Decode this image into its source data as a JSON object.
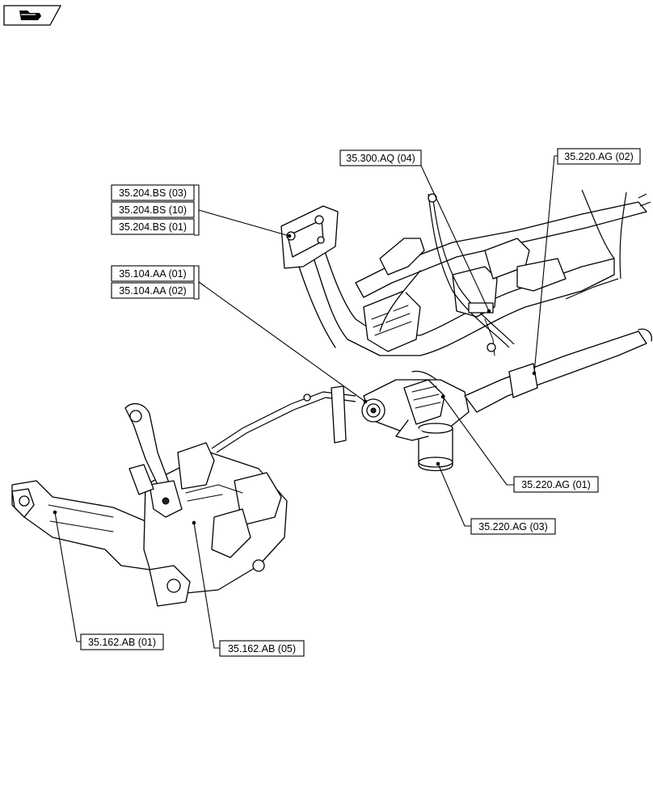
{
  "nav": {
    "icon": "page-navigation-icon"
  },
  "callouts": [
    {
      "id": "c-300-aq-04",
      "label": "35.300.AQ (04)"
    },
    {
      "id": "c-220-ag-02",
      "label": "35.220.AG (02)"
    },
    {
      "id": "c-204-bs-03",
      "label": "35.204.BS (03)"
    },
    {
      "id": "c-204-bs-10",
      "label": "35.204.BS (10)"
    },
    {
      "id": "c-204-bs-01",
      "label": "35.204.BS (01)"
    },
    {
      "id": "c-104-aa-01",
      "label": "35.104.AA (01)"
    },
    {
      "id": "c-104-aa-02",
      "label": "35.104.AA (02)"
    },
    {
      "id": "c-220-ag-01",
      "label": "35.220.AG (01)"
    },
    {
      "id": "c-220-ag-03",
      "label": "35.220.AG (03)"
    },
    {
      "id": "c-162-ab-01",
      "label": "35.162.AB (01)"
    },
    {
      "id": "c-162-ab-05",
      "label": "35.162.AB (05)"
    }
  ]
}
